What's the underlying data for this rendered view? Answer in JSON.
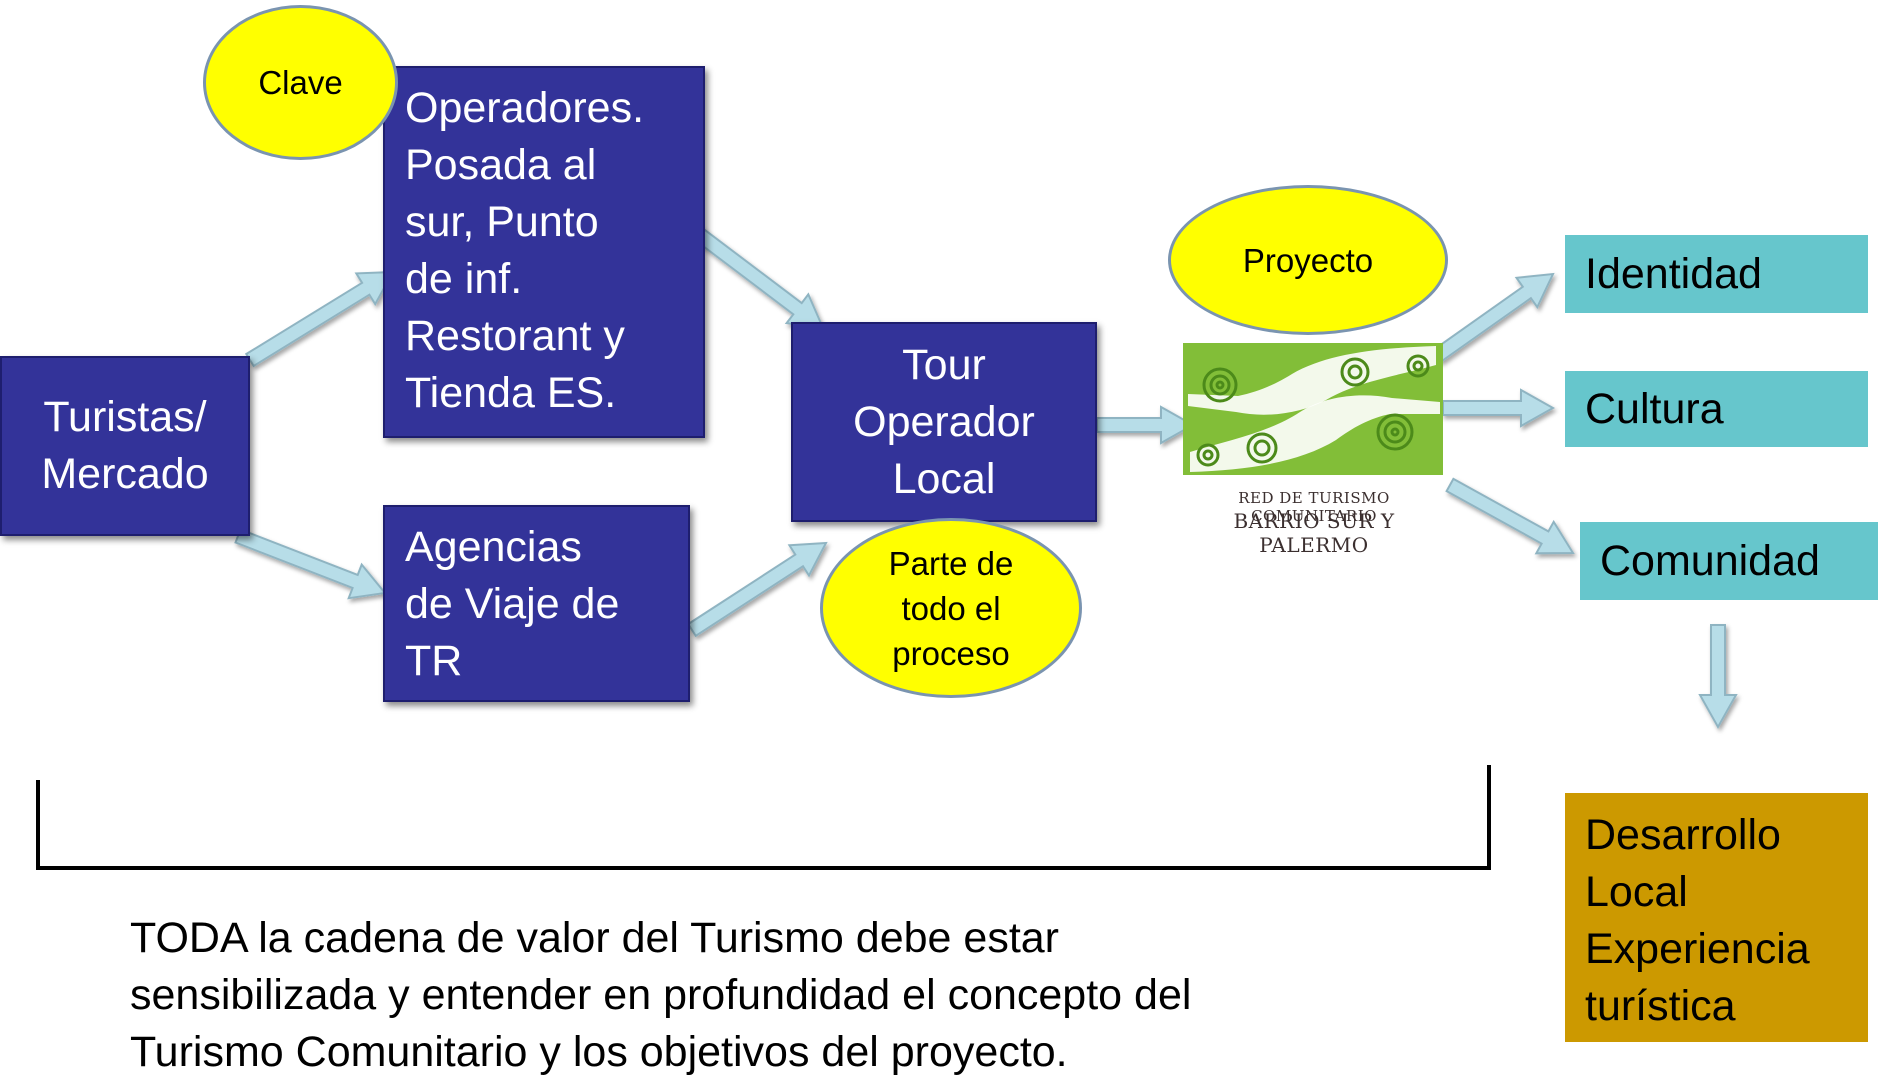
{
  "nodes": {
    "turistas": "Turistas/\nMercado",
    "operadores": "Operadores.\nPosada al\nsur, Punto\nde inf.\nRestorant y\nTienda ES.",
    "agencias": "Agencias\nde Viaje de\nTR",
    "tour_operador": "Tour\nOperador\nLocal",
    "identidad": "Identidad",
    "cultura": "Cultura",
    "comunidad": "Comunidad",
    "desarrollo": "Desarrollo\nLocal\nExperiencia\nturística"
  },
  "ovals": {
    "clave": "Clave",
    "proyecto": "Proyecto",
    "parte": "Parte de\ntodo el\nproceso"
  },
  "logo": {
    "line1": "RED DE TURISMO COMUNITARIO",
    "line2": "BARRIO SUR Y PALERMO"
  },
  "footer_text": "TODA la cadena de valor del Turismo debe estar\nsensibilizada y entender en profundidad el concepto del\nTurismo Comunitario y los objetivos del proyecto.",
  "colors": {
    "navy": "#333399",
    "yellow": "#ffff00",
    "teal": "#66c6cc",
    "gold": "#cc9900",
    "arrow_fill": "#b7dde8",
    "logo_green": "#8cc63f"
  }
}
